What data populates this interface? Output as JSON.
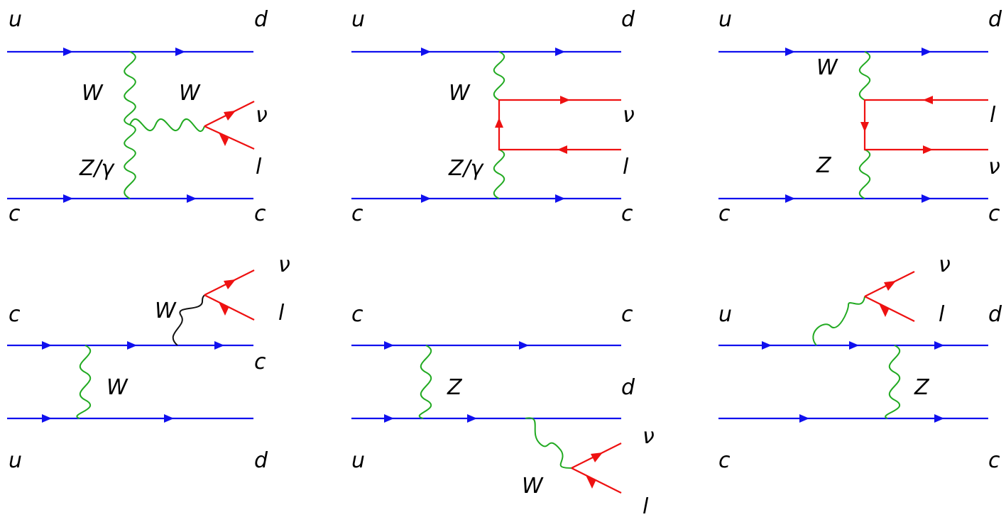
{
  "colors": {
    "quark": "#1010ee",
    "lepton": "#ee1111",
    "boson": "#22aa22",
    "boson_alt": "#111111"
  },
  "diagrams": [
    {
      "labels": {
        "in_top": "u",
        "out_top": "d",
        "in_bot": "c",
        "out_bot": "c",
        "boson_vertical_top": "W",
        "boson_horizontal": "W",
        "boson_vertical_bot": "Z/γ",
        "nu": "ν",
        "lep": "l"
      }
    },
    {
      "labels": {
        "in_top": "u",
        "out_top": "d",
        "in_bot": "c",
        "out_bot": "c",
        "boson_top": "W",
        "boson_bot": "Z/γ",
        "nu": "ν",
        "lep": "l"
      }
    },
    {
      "labels": {
        "in_top": "u",
        "out_top": "d",
        "in_bot": "c",
        "out_bot": "c",
        "boson_top": "W",
        "boson_bot": "Z",
        "lep": "l",
        "nu": "ν"
      }
    },
    {
      "labels": {
        "in_top": "c",
        "out_top": "c",
        "in_bot": "u",
        "out_bot": "d",
        "boson_exchange": "W",
        "boson_emitted": "W",
        "nu": "ν",
        "lep": "l"
      }
    },
    {
      "labels": {
        "in_top": "c",
        "out_top": "c",
        "in_bot": "u",
        "out_bot": "d",
        "boson_exchange": "Z",
        "boson_emitted": "W",
        "nu": "ν",
        "lep": "l"
      }
    },
    {
      "labels": {
        "in_top": "u",
        "out_top": "d",
        "in_bot": "c",
        "out_bot": "c",
        "boson_exchange": "Z",
        "nu": "ν",
        "lep": "l"
      }
    }
  ]
}
